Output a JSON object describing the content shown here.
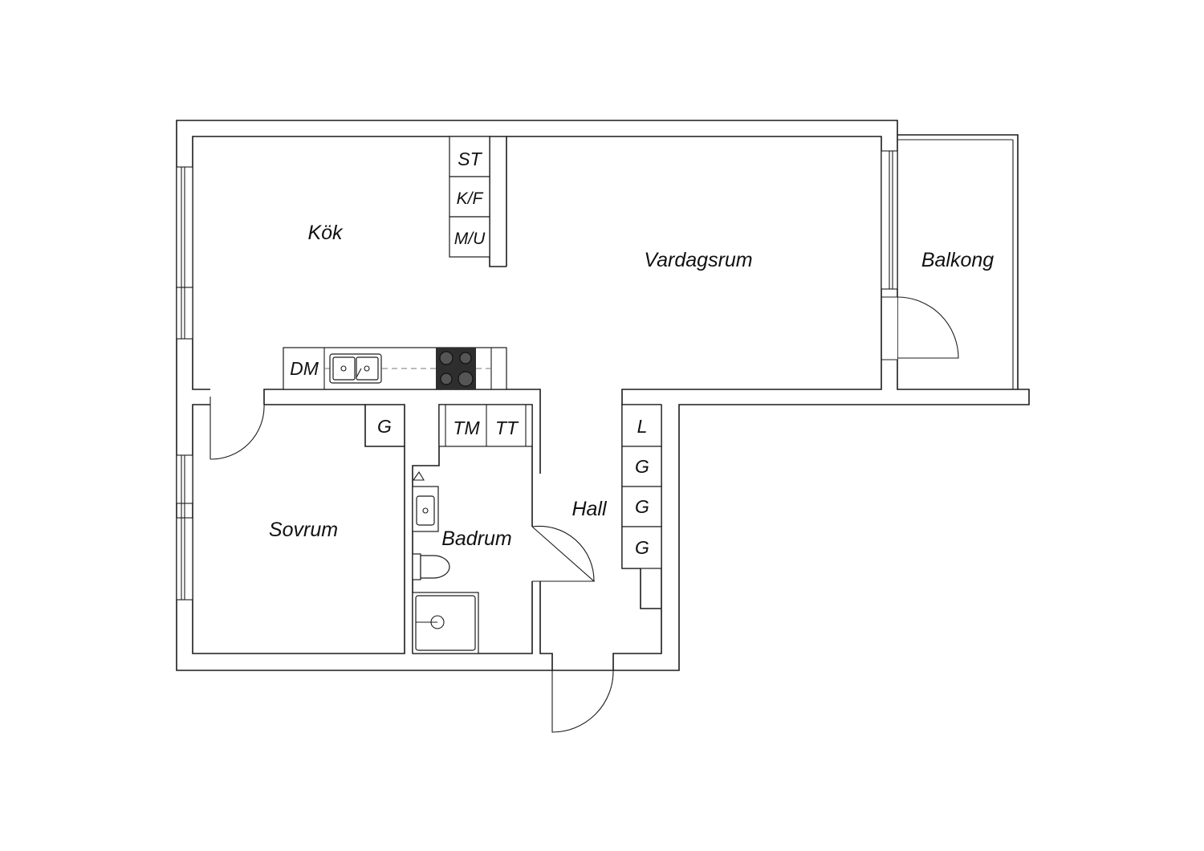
{
  "rooms": {
    "kok": "Kök",
    "vardagsrum": "Vardagsrum",
    "balkong": "Balkong",
    "sovrum": "Sovrum",
    "badrum": "Badrum",
    "hall": "Hall"
  },
  "fixtures": {
    "st": "ST",
    "kf": "K/F",
    "mu": "M/U",
    "dm": "DM",
    "g_sovrum": "G",
    "tm": "TM",
    "tt": "TT",
    "l": "L",
    "g_hall_1": "G",
    "g_hall_2": "G",
    "g_hall_3": "G"
  },
  "icons": {
    "sink": "double-sink-icon",
    "hob": "cooktop-icon",
    "washbasin": "washbasin-icon",
    "toilet": "toilet-icon",
    "shower": "shower-icon"
  }
}
